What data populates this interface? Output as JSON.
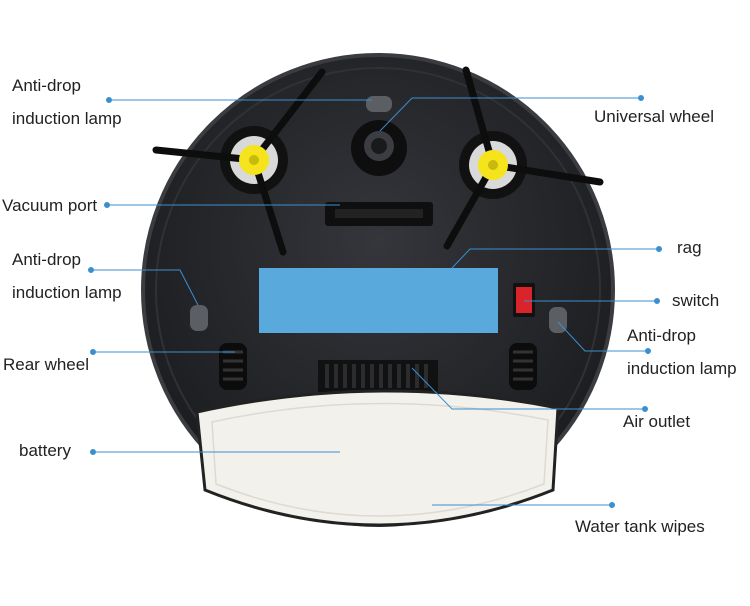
{
  "labels": {
    "anti_drop_top": [
      "Anti-drop",
      "induction lamp"
    ],
    "universal_wheel": "Universal wheel",
    "vacuum_port": "Vacuum port",
    "anti_drop_left": [
      "Anti-drop",
      "induction lamp"
    ],
    "rag": "rag",
    "switch": "switch",
    "anti_drop_right": [
      "Anti-drop",
      "induction lamp"
    ],
    "rear_wheel": "Rear wheel",
    "air_outlet": "Air outlet",
    "battery": "battery",
    "water_tank_wipes": "Water tank wipes"
  },
  "colors": {
    "leader_line": "#3a8fd0",
    "robot_body": "#26282c",
    "robot_rim": "#3a3c40",
    "rag": "#5aa9dc",
    "switch": "#d8242a",
    "brush_hub": "#f5e31c",
    "wipe": "#f2f1ec"
  }
}
